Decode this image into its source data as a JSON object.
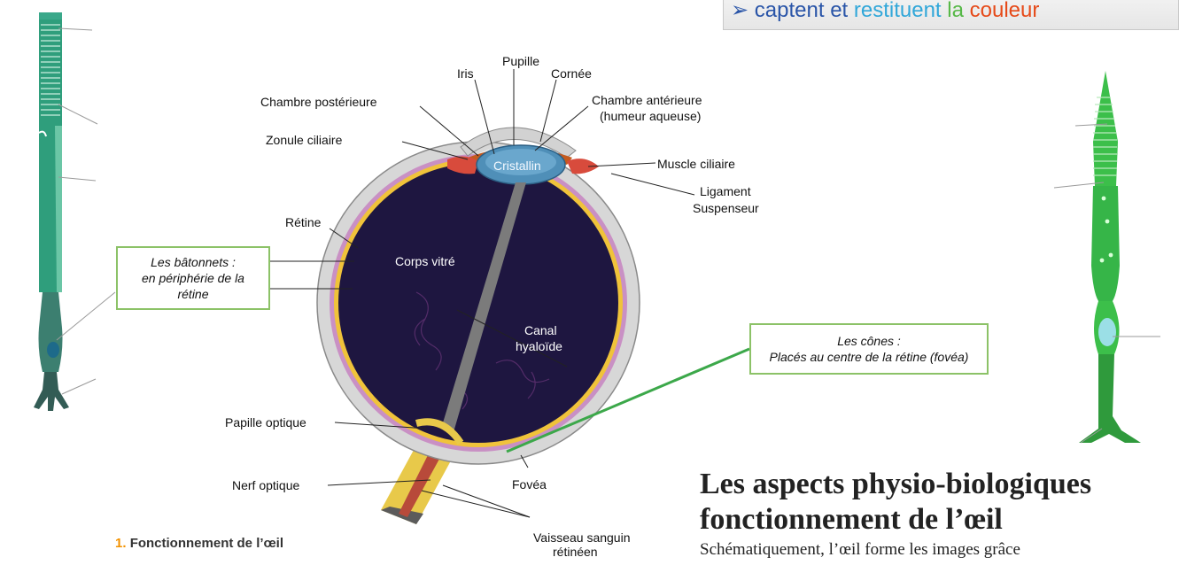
{
  "banner": {
    "arrow": "➢",
    "words": [
      {
        "text": "captent",
        "color": "#2a55a8"
      },
      {
        "text": "et",
        "color": "#2a55a8"
      },
      {
        "text": "restituent",
        "color": "#31a7d9"
      },
      {
        "text": "la",
        "color": "#56b847"
      },
      {
        "text": "couleur",
        "color": "#e64a19"
      }
    ]
  },
  "eye_labels": {
    "pupille": "Pupille",
    "iris": "Iris",
    "cornee": "Cornée",
    "chambre_posterieure": "Chambre postérieure",
    "chambre_anterieure_1": "Chambre antérieure",
    "chambre_anterieure_2": "(humeur aqueuse)",
    "zonule": "Zonule ciliaire",
    "cristallin": "Cristallin",
    "muscle": "Muscle ciliaire",
    "ligament_1": "Ligament",
    "ligament_2": "Suspenseur",
    "retine": "Rétine",
    "corps_vitre": "Corps vitré",
    "canal_1": "Canal",
    "canal_2": "hyaloïde",
    "papille": "Papille optique",
    "nerf": "Nerf optique",
    "fovea": "Fovéa",
    "vaisseau_1": "Vaisseau sanguin",
    "vaisseau_2": "rétinéen"
  },
  "rods_box": {
    "line1": "Les bâtonnets :",
    "line2": "en périphérie de la",
    "line3": "rétine"
  },
  "cones_box": {
    "line1": "Les cônes :",
    "line2": "Placés au centre de la rétine (fovéa)"
  },
  "caption": {
    "number": "1.",
    "text": "Fonctionnement de l’œil"
  },
  "heading": {
    "line1": "Les aspects physio-biologiques",
    "line2": "fonctionnement de l’œil"
  },
  "body_text": "Schématiquement, l’œil forme les images grâce",
  "colors": {
    "rod": "#2f9e7c",
    "cone": "#3cbf4a",
    "eye_interior": "#1e1640",
    "box_border": "#8cc267",
    "accent": "#f39200"
  }
}
